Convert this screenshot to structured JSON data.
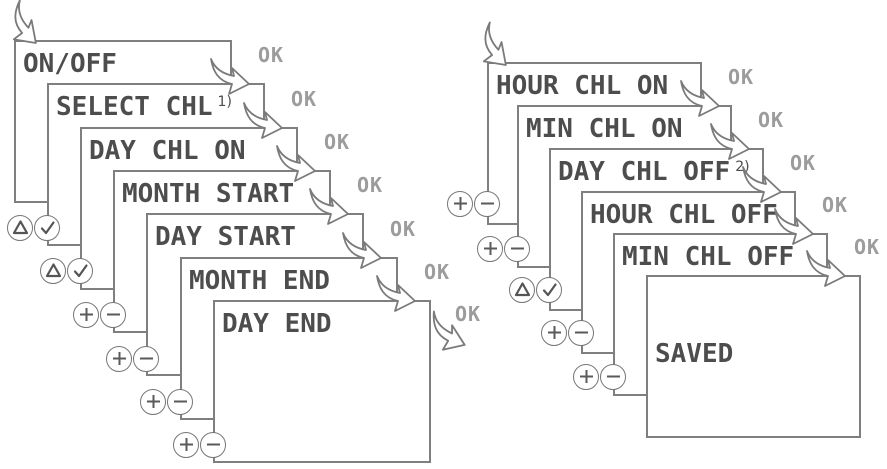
{
  "figure": {
    "ok_label": "OK",
    "colors": {
      "line": "#7f7f7f",
      "lcd_text": "#4d4d4d",
      "ok_text": "#9c9c9c",
      "icon_stroke": "#555555",
      "background": "#ffffff"
    },
    "icons": {
      "up": "triangle-up",
      "confirm": "checkmark",
      "plus": "plus-sign",
      "minus": "minus-sign",
      "ok_arrow": "curved-arrow-down-right",
      "enter_arrow": "curved-arrow-down-right"
    },
    "left_stack": {
      "screens": [
        {
          "label": "ON/OFF",
          "sup": "",
          "buttons": [],
          "ok": true
        },
        {
          "label": "SELECT CHL",
          "sup": "1)",
          "buttons": [
            "up",
            "confirm"
          ],
          "ok": true
        },
        {
          "label": "DAY CHL ON",
          "sup": "",
          "buttons": [
            "up",
            "confirm"
          ],
          "ok": true
        },
        {
          "label": "MONTH START",
          "sup": "",
          "buttons": [
            "plus",
            "minus"
          ],
          "ok": true
        },
        {
          "label": "DAY START",
          "sup": "",
          "buttons": [
            "plus",
            "minus"
          ],
          "ok": true
        },
        {
          "label": "MONTH END",
          "sup": "",
          "buttons": [
            "plus",
            "minus"
          ],
          "ok": true
        },
        {
          "label": "DAY END",
          "sup": "",
          "buttons": [
            "plus",
            "minus"
          ],
          "ok": true
        }
      ]
    },
    "right_stack": {
      "screens": [
        {
          "label": "HOUR CHL ON",
          "sup": "",
          "buttons": [
            "plus",
            "minus"
          ],
          "ok": true
        },
        {
          "label": "MIN CHL ON",
          "sup": "",
          "buttons": [
            "plus",
            "minus"
          ],
          "ok": true
        },
        {
          "label": "DAY CHL OFF",
          "sup": "2)",
          "buttons": [
            "up",
            "confirm"
          ],
          "ok": true
        },
        {
          "label": "HOUR CHL OFF",
          "sup": "",
          "buttons": [
            "plus",
            "minus"
          ],
          "ok": true
        },
        {
          "label": "MIN CHL OFF",
          "sup": "",
          "buttons": [
            "plus",
            "minus"
          ],
          "ok": true
        },
        {
          "label": "SAVED",
          "sup": "",
          "buttons": [],
          "ok": false
        }
      ]
    }
  }
}
